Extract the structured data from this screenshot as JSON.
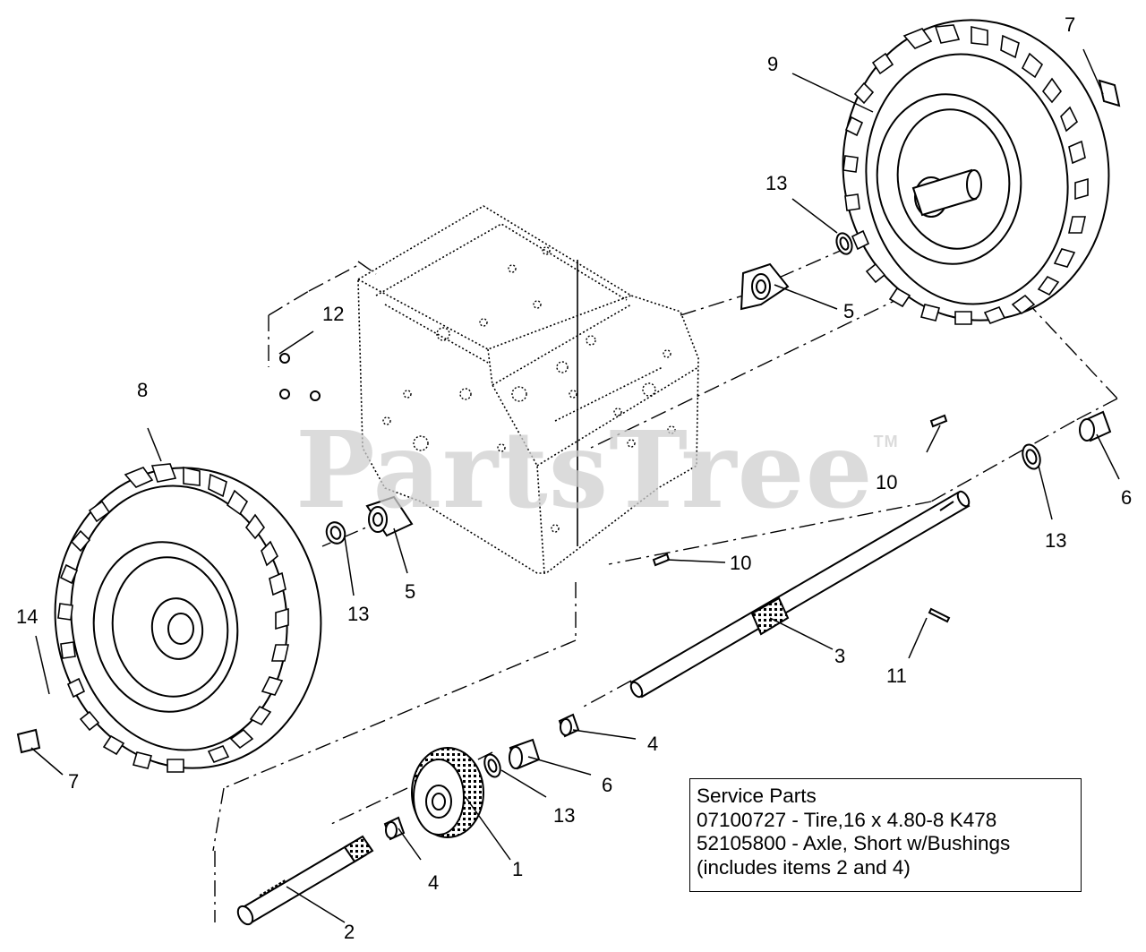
{
  "watermark": {
    "text": "PartsTree",
    "tm": "TM"
  },
  "callouts": {
    "c1": "1",
    "c2": "2",
    "c3": "3",
    "c4a": "4",
    "c4b": "4",
    "c5a": "5",
    "c5b": "5",
    "c6a": "6",
    "c6b": "6",
    "c7a": "7",
    "c7b": "7",
    "c8": "8",
    "c9": "9",
    "c10a": "10",
    "c10b": "10",
    "c11": "11",
    "c12": "12",
    "c13a": "13",
    "c13b": "13",
    "c13c": "13",
    "c13d": "13",
    "c14": "14"
  },
  "service_parts": {
    "title": "Service Parts",
    "lines": [
      "07100727 - Tire,16 x 4.80-8 K478",
      "52105800 - Axle, Short w/Bushings",
      "(includes items 2 and 4)"
    ]
  }
}
